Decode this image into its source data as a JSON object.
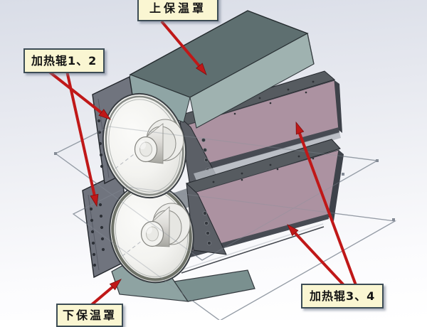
{
  "diagram": {
    "description": "3D CAD isometric view of a dual heated-roller calender unit with annotation callouts",
    "callouts": [
      {
        "id": "upper-insulation-cover",
        "label": "上保温罩"
      },
      {
        "id": "heating-rollers-1-2",
        "label": "加热辊1、2"
      },
      {
        "id": "heating-rollers-3-4",
        "label": "加热辊3、4"
      },
      {
        "id": "lower-insulation-cover",
        "label": "下保温罩"
      }
    ],
    "colors": {
      "callout_fill": "#FAF6D2",
      "callout_border": "#3C4C55",
      "arrow_red": "#C01818",
      "housing_purple": "#AC92A1",
      "housing_dark_trim": "#565B60",
      "cover_green_top": "#5E6F70",
      "cover_green_light": "#9FB2B0",
      "end_plate_gray": "#70747E",
      "roller_white": "#F3F3F0",
      "wireframe_gray": "#9AA1AB",
      "background_top": "#D9DDE7",
      "background_bottom": "#FFFFFF"
    }
  }
}
